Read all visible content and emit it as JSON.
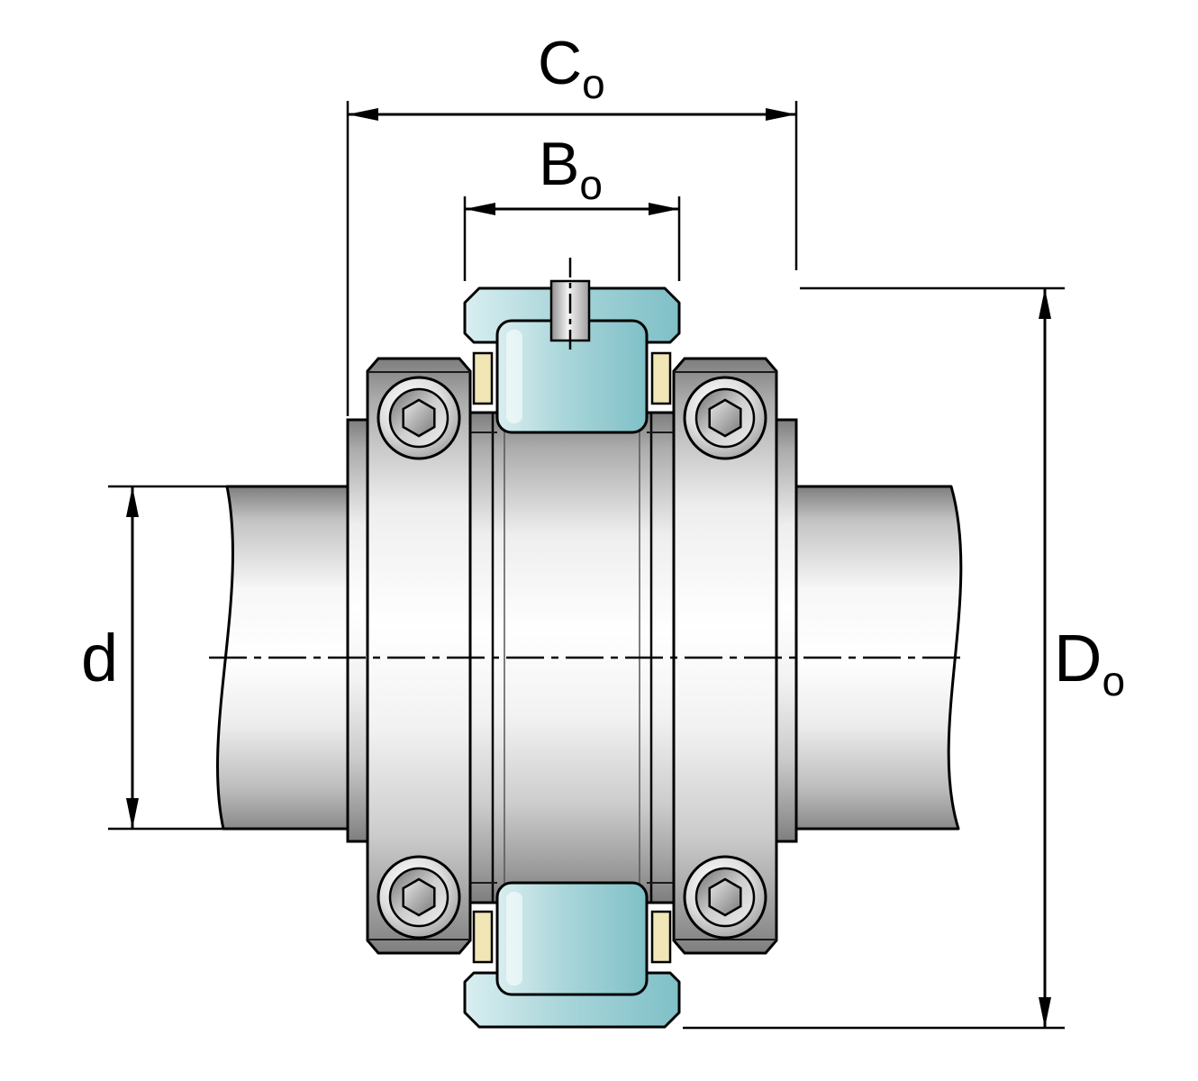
{
  "dimension_labels": {
    "outer_width": {
      "symbol": "C",
      "subscript": "o"
    },
    "inner_width": {
      "symbol": "B",
      "subscript": "o"
    },
    "shaft_diameter": {
      "symbol": "d",
      "subscript": ""
    },
    "outer_diameter": {
      "symbol": "D",
      "subscript": "o"
    }
  },
  "colors": {
    "background": "#ffffff",
    "line": "#000000",
    "seal_light": "#d9eef0",
    "seal": "#a9d6da",
    "seal_dark": "#7fc0c7",
    "cage": "#f0e6b6",
    "metal_light": "#ffffff",
    "metal_mid": "#cccccc",
    "metal_dark": "#7e7e7e"
  }
}
